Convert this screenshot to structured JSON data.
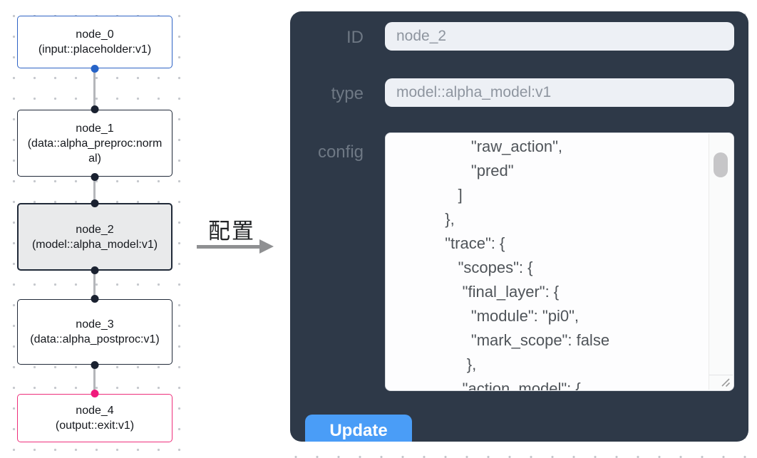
{
  "graph": {
    "nodes": [
      {
        "id": "node_0",
        "type": "(input::placeholder:v1)",
        "role": "input"
      },
      {
        "id": "node_1",
        "type": "(data::alpha_preproc:normal)",
        "role": "processor"
      },
      {
        "id": "node_2",
        "type": "(model::alpha_model:v1)",
        "role": "model-selected"
      },
      {
        "id": "node_3",
        "type": "(data::alpha_postproc:v1)",
        "role": "processor"
      },
      {
        "id": "node_4",
        "type": "(output::exit:v1)",
        "role": "output"
      }
    ]
  },
  "transition": {
    "label": "配置"
  },
  "panel": {
    "id_label": "ID",
    "id_value": "node_2",
    "type_label": "type",
    "type_value": "model::alpha_model:v1",
    "config_label": "config",
    "config_text": "                 \"raw_action\",\n                 \"pred\"\n              ]\n           },\n           \"trace\": {\n              \"scopes\": {\n               \"final_layer\": {\n                 \"module\": \"pi0\",\n                 \"mark_scope\": false\n                },\n               \"action_model\": {",
    "update_label": "Update"
  },
  "colors": {
    "panel_bg": "#2e3948",
    "button_blue": "#4a9df7",
    "input_bg": "#edf0f5",
    "node_input_border": "#2e63c5",
    "node_output_border": "#ee2f7b",
    "node_default_border": "#202938",
    "selected_node_bg": "#e9eaeb"
  }
}
